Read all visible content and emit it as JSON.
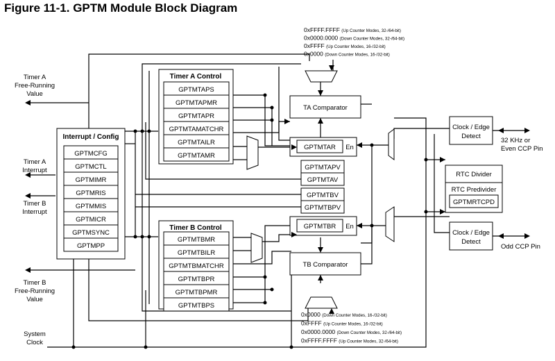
{
  "title": "Figure 11-1. GPTM Module Block Diagram",
  "timer_a_control": {
    "header": "Timer A Control",
    "registers": [
      "GPTMTAPS",
      "GPTMTAPMR",
      "GPTMTAPR",
      "GPTMTAMATCHR",
      "GPTMTAILR",
      "GPTMTAMR"
    ]
  },
  "timer_b_control": {
    "header": "Timer B Control",
    "registers": [
      "GPTMTBMR",
      "GPTMTBILR",
      "GPTMTBMATCHR",
      "GPTMTBPR",
      "GPTMTBPMR",
      "GPTMTBPS"
    ]
  },
  "interrupt_config": {
    "header": "Interrupt / Config",
    "registers": [
      "GPTMCFG",
      "GPTMCTL",
      "GPTMIMR",
      "GPTMRIS",
      "GPTMMIS",
      "GPTMICR",
      "GPTMSYNC",
      "GPTMPP"
    ]
  },
  "ta_comparator": "TA Comparator",
  "tb_comparator": "TB Comparator",
  "gptmtar": "GPTMTAR",
  "gptmtbr": "GPTMTBR",
  "enable_label": "En",
  "gptmtapv": "GPTMTAPV",
  "gptmtav": "GPTMTAV",
  "gptmtbv": "GPTMTBV",
  "gptmtbpv": "GPTMTBPV",
  "clock_edge_detect_a": [
    "Clock / Edge",
    "Detect"
  ],
  "clock_edge_detect_b": [
    "Clock / Edge",
    "Detect"
  ],
  "rtc_divider": "RTC Divider",
  "rtc_predivider": "RTC Predivider",
  "gptmrtcpd": "GPTMRTCPD",
  "pin_a": [
    "32 KHz or",
    "Even CCP Pin"
  ],
  "pin_b": "Odd CCP Pin",
  "left_labels": {
    "timer_a_free_running": [
      "Timer A",
      "Free-Running",
      "Value"
    ],
    "timer_a_interrupt": [
      "Timer A",
      "Interrupt"
    ],
    "timer_b_interrupt": [
      "Timer B",
      "Interrupt"
    ],
    "timer_b_free_running": [
      "Timer B",
      "Free-Running",
      "Value"
    ],
    "system_clock": [
      "System",
      "Clock"
    ]
  },
  "top_counter_values": [
    {
      "value": "0xFFFF.FFFF",
      "note": "(Up Counter Modes, 32-/64-bit)"
    },
    {
      "value": "0x0000.0000",
      "note": "(Down Counter Modes, 32-/64-bit)"
    },
    {
      "value": "0xFFFF",
      "note": "(Up Counter Modes, 16-/32-bit)"
    },
    {
      "value": "0x0000",
      "note": "(Down Counter Modes, 16-/32-bit)"
    }
  ],
  "bottom_counter_values": [
    {
      "value": "0x0000",
      "note": "(Down Counter Modes, 16-/32-bit)"
    },
    {
      "value": "0xFFFF",
      "note": "(Up Counter Modes, 16-/32-bit)"
    },
    {
      "value": "0x0000.0000",
      "note": "(Down Counter Modes, 32-/64-bit)"
    },
    {
      "value": "0xFFFF.FFFF",
      "note": "(Up Counter Modes, 32-/64-bit)"
    }
  ]
}
